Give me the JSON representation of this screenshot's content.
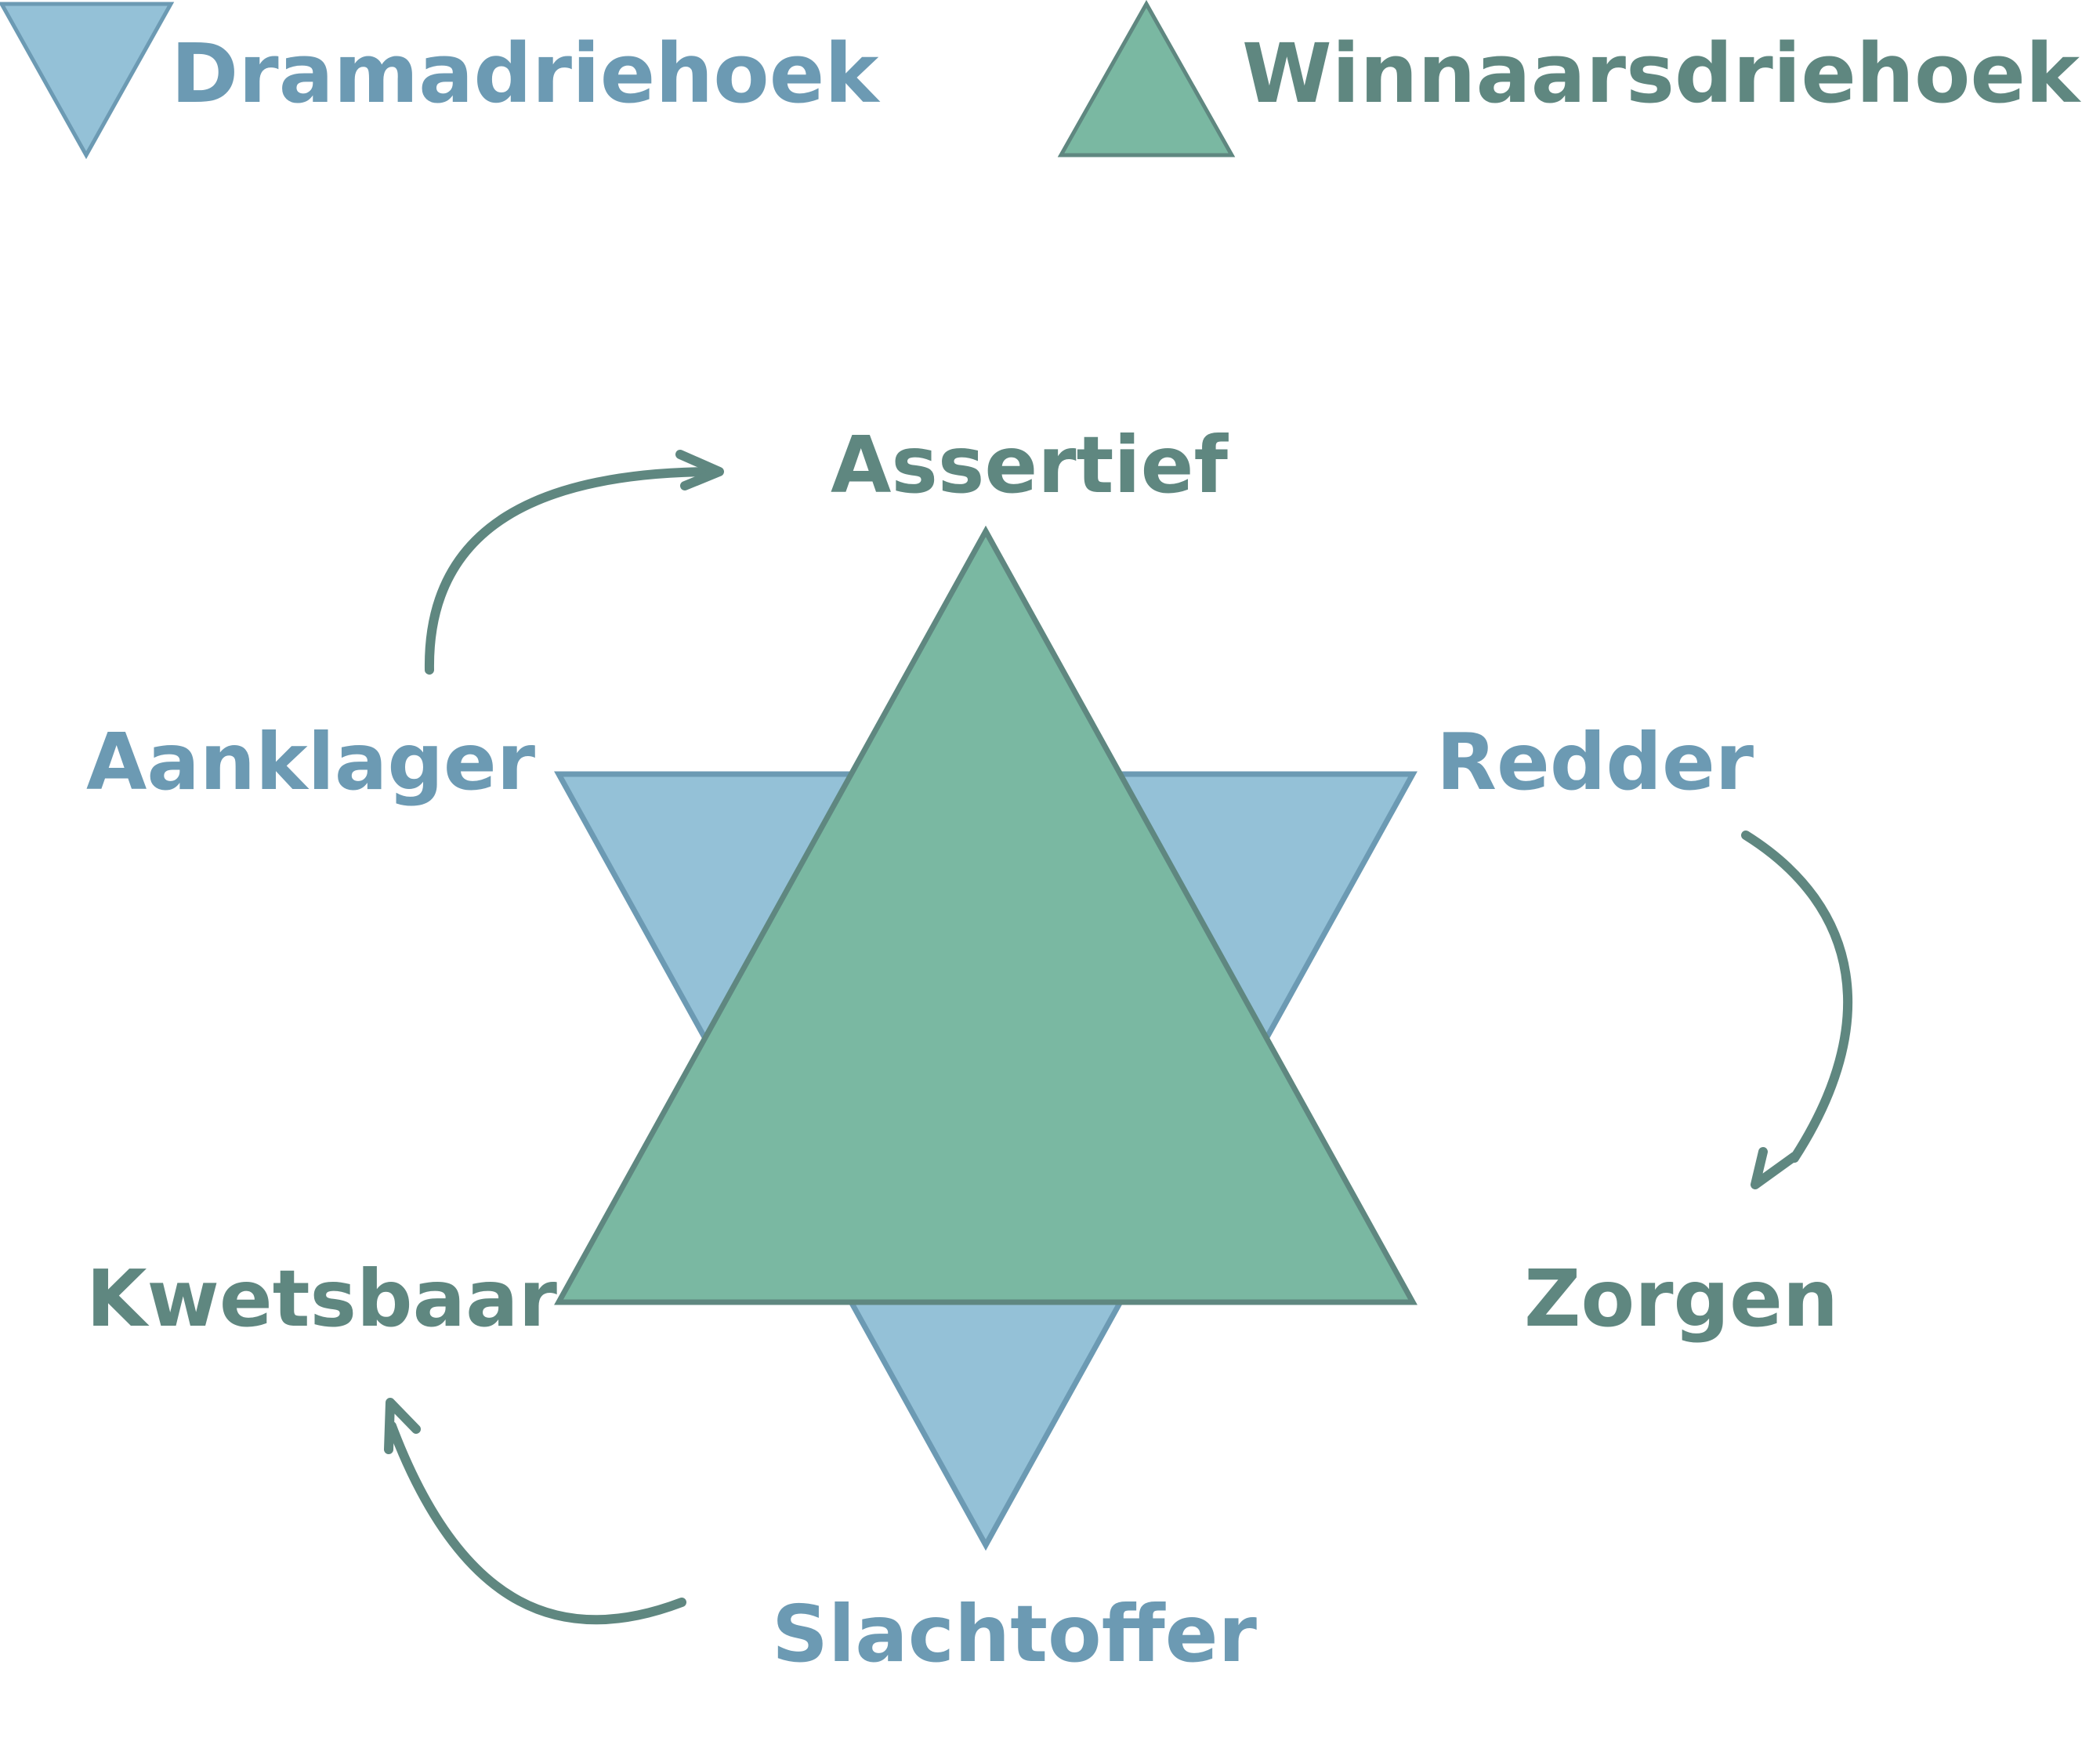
{
  "legend": {
    "drama_label": "Dramadriehoek",
    "winner_label": "Winnaarsdriehoek"
  },
  "drama_roles": {
    "top_left": "Aanklager",
    "top_right": "Redder",
    "bottom": "Slachtoffer"
  },
  "winner_roles": {
    "top": "Assertief",
    "bottom_left": "Kwetsbaar",
    "bottom_right": "Zorgen"
  },
  "colors": {
    "drama_fill": "#94c1d7",
    "drama_stroke": "#6c9ab3",
    "winner_fill": "#7ab8a2",
    "winner_stroke": "#5f8780",
    "drama_text": "#6c9ab3",
    "winner_text": "#5f8780",
    "arrow": "#5f8780"
  }
}
